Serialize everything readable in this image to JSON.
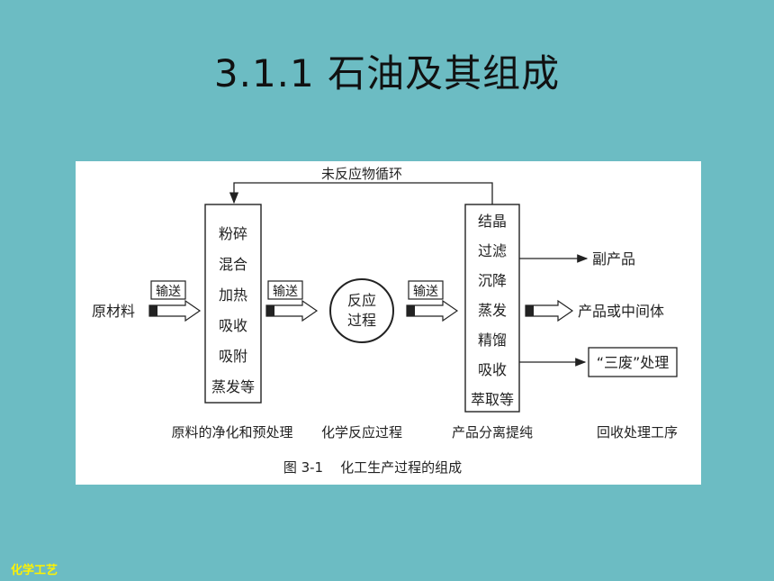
{
  "slide": {
    "title": "3.1.1  石油及其组成",
    "footer": "化学工艺"
  },
  "diagram": {
    "recycle_label": "未反应物循环",
    "input_label": "原材料",
    "transport_label": "输送",
    "pretreatment_steps": [
      "粉碎",
      "混合",
      "加热",
      "吸收",
      "吸附",
      "蒸发等"
    ],
    "reactor_lines": [
      "反应",
      "过程"
    ],
    "separation_steps": [
      "结晶",
      "过滤",
      "沉降",
      "蒸发",
      "精馏",
      "吸收",
      "萃取等"
    ],
    "outputs": {
      "byproduct": "副产品",
      "product": "产品或中间体",
      "waste": "“三废”处理"
    },
    "stage_labels": [
      "原料的净化和预处理",
      "化学反应过程",
      "产品分离提纯",
      "回收处理工序"
    ],
    "caption": "图 3-1    化工生产过程的组成"
  }
}
